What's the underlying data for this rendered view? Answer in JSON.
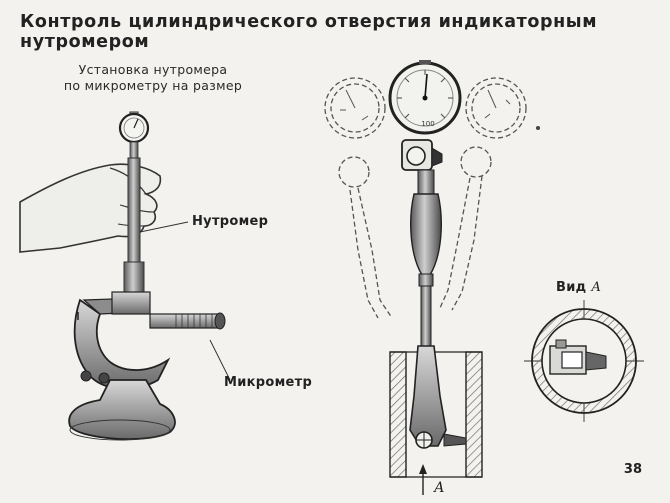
{
  "title": "Контроль цилиндрического отверстия индикаторным нутромером",
  "setup_caption": {
    "line1": "Установка нутромера",
    "line2": "по микрометру на размер"
  },
  "labels": {
    "bore_gauge": "Нутромер",
    "micrometer": "Микрометр",
    "view_word": "Вид",
    "view_letter": "А",
    "section_letter": "А"
  },
  "dial_scale": "100",
  "page_number": "38",
  "colors": {
    "background": "#f3f2ee",
    "ink": "#222222",
    "shade": "#8a8a8a",
    "hatch": "#6e6e6e"
  }
}
